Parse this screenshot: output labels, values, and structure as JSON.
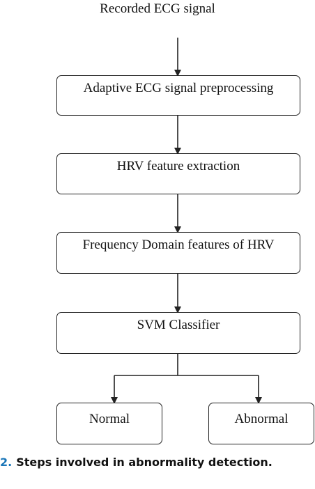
{
  "diagram": {
    "input_label": "Recorded ECG signal",
    "steps": [
      "Adaptive ECG signal preprocessing",
      "HRV feature extraction",
      "Frequency Domain features of HRV",
      "SVM Classifier"
    ],
    "outputs": [
      "Normal",
      "Abnormal"
    ]
  },
  "caption": {
    "number": "2.",
    "text": "Steps involved in abnormality detection."
  },
  "colors": {
    "figure_number": "#1a76b8",
    "line": "#222222"
  }
}
